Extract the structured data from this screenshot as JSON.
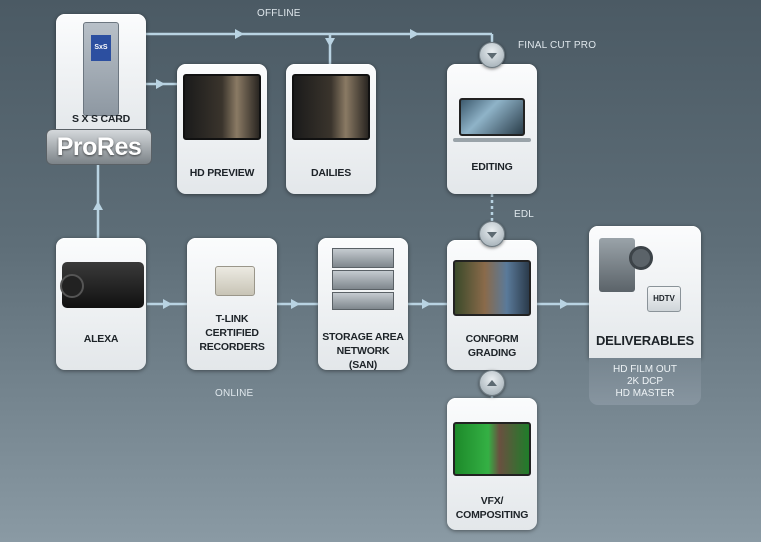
{
  "labels": {
    "offline": "OFFLINE",
    "online": "ONLINE",
    "final_cut_pro": "FINAL CUT PRO",
    "edl": "EDL",
    "prores": "ProRes"
  },
  "nodes": {
    "sxs_card": "S x S CARD",
    "hd_preview": "HD PREVIEW",
    "dailies": "DAILIES",
    "editing": "EDITING",
    "alexa": "ALEXA",
    "tlink": "T-LINK CERTIFIED RECORDERS",
    "san": "STORAGE AREA NETWORK (SAN)",
    "conform": "CONFORM GRADING",
    "vfx": "VFX/ COMPOSITING",
    "deliverables": "DELIVERABLES"
  },
  "deliverables_list": [
    "HD FILM OUT",
    "2K DCP",
    "HD MASTER"
  ],
  "sxs_card_text": "SxS",
  "hdtv_text": "HDTV",
  "colors": {
    "line": "#b9d3e2",
    "box": "#eef1f3",
    "background_top": "#4b5a64",
    "background_bottom": "#8a9aa4"
  }
}
